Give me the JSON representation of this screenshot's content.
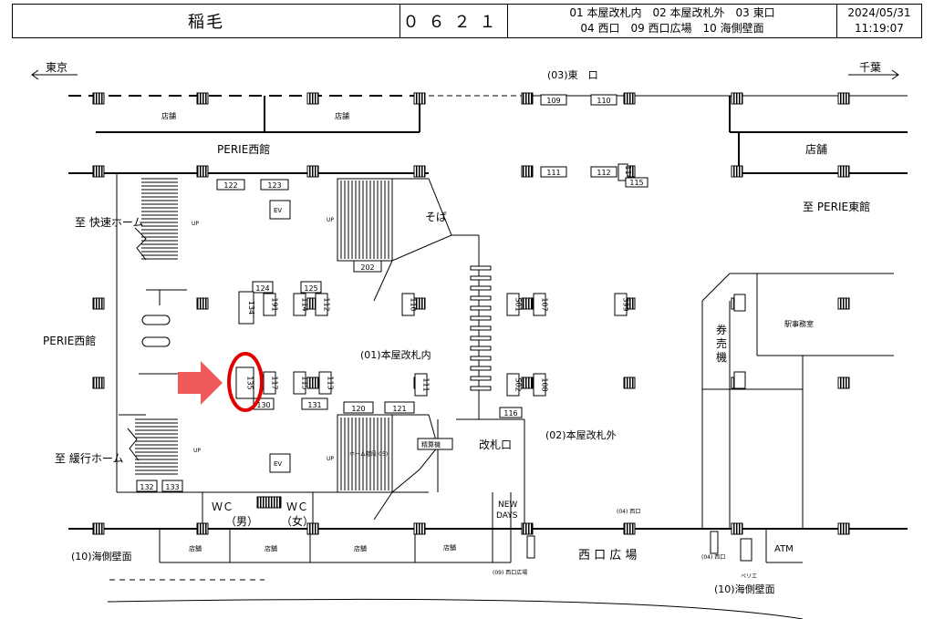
{
  "header": {
    "station_name": "稲毛",
    "station_code": "０６２１",
    "legend_line1": "01 本屋改札内　02 本屋改札外　03 東口",
    "legend_line2": "04 西口　09 西口広場　10 海側壁面",
    "date": "2024/05/31",
    "time": "11:19:07"
  },
  "map": {
    "dir_left": "東京",
    "dir_right": "千葉",
    "exit_east": "(03)東　口",
    "area_shop": "店舗",
    "perie_west": "PERIE西館",
    "perie_east": "至 PERIE東館",
    "to_rapid": "至 快速ホーム",
    "to_local": "至 緩行ホーム",
    "soba": "そば",
    "up": "UP",
    "ev": "EV",
    "inside_gate": "(01)本屋改札内",
    "outside_gate": "(02)本屋改札外",
    "gate": "改札口",
    "fare_adj": "精算機",
    "ticket_machine": "券売機",
    "station_office": "駅事務室",
    "wc_men": "ＷＣ（男）",
    "wc_women": "ＷＣ（女）",
    "newdays_1": "NEW",
    "newdays_2": "DAYS",
    "west_plaza": "西 口 広 場",
    "west_exit_small": "(04) 西口",
    "plaza_small": "(09) 西口広場",
    "sea_wall": "(10)海側壁面",
    "atm": "ATM",
    "perie_small": "ペリエ",
    "platform_stairs": "ホーム階段(05)"
  },
  "signs": [
    "109",
    "110",
    "111",
    "112",
    "114",
    "115",
    "122",
    "123",
    "124",
    "125",
    "191",
    "112",
    "114",
    "134",
    "202",
    "110",
    "S01",
    "107",
    "399",
    "135",
    "117",
    "115",
    "113",
    "111",
    "S02",
    "108",
    "130",
    "131",
    "120",
    "121",
    "116",
    "132",
    "133"
  ],
  "highlight_sign": "135"
}
